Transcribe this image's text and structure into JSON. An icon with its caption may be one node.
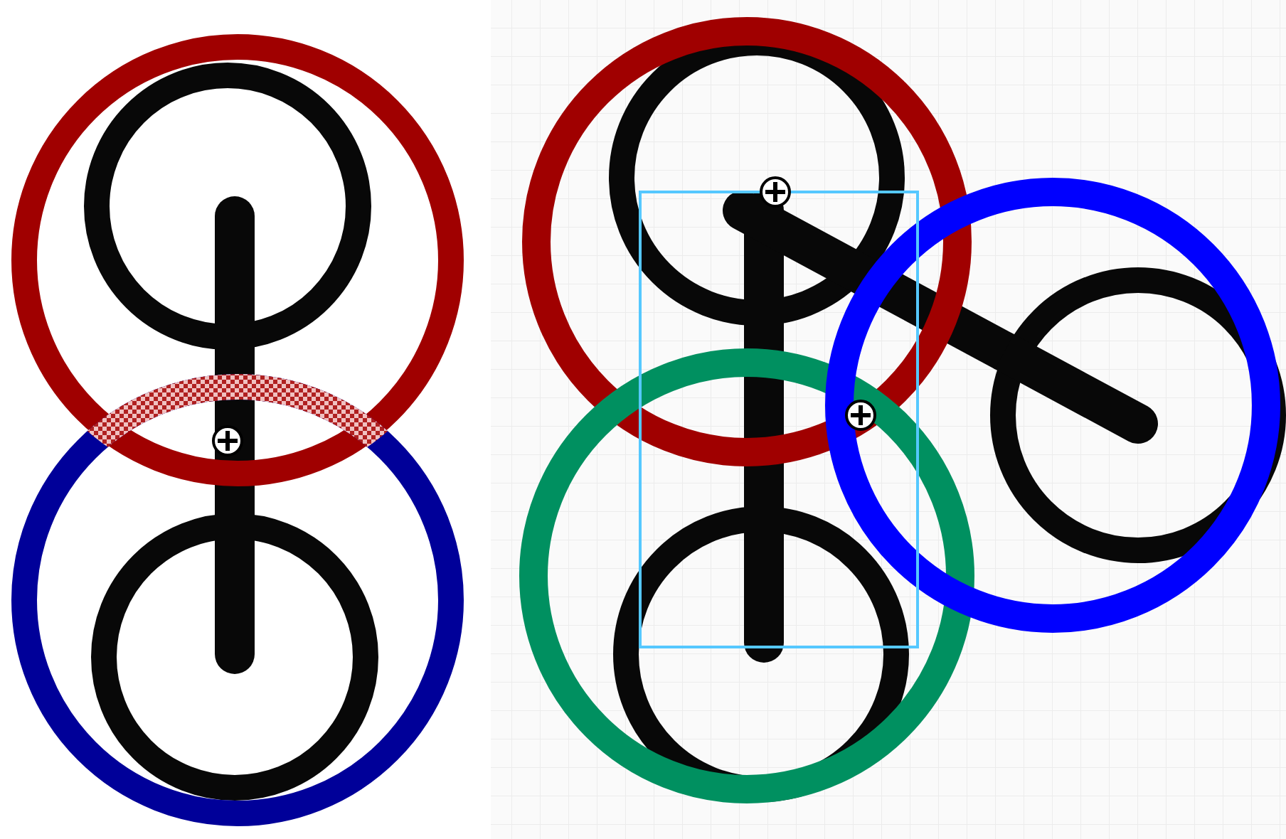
{
  "diagram": {
    "nodes": [
      {
        "text": [],
        "shape": "circle"
      },
      {
        "text": [],
        "shape": "circle"
      },
      {
        "text": [],
        "shape": "circle"
      },
      {
        "text": [],
        "shape": "circle"
      },
      {
        "text": [],
        "shape": "circle"
      }
    ],
    "edges": [
      {
        "from": 0,
        "to": 1,
        "arrow": "none"
      },
      {
        "from": 2,
        "to": 4,
        "arrow": "none"
      },
      {
        "from": 2,
        "to": 3,
        "arrow": "none"
      }
    ]
  }
}
